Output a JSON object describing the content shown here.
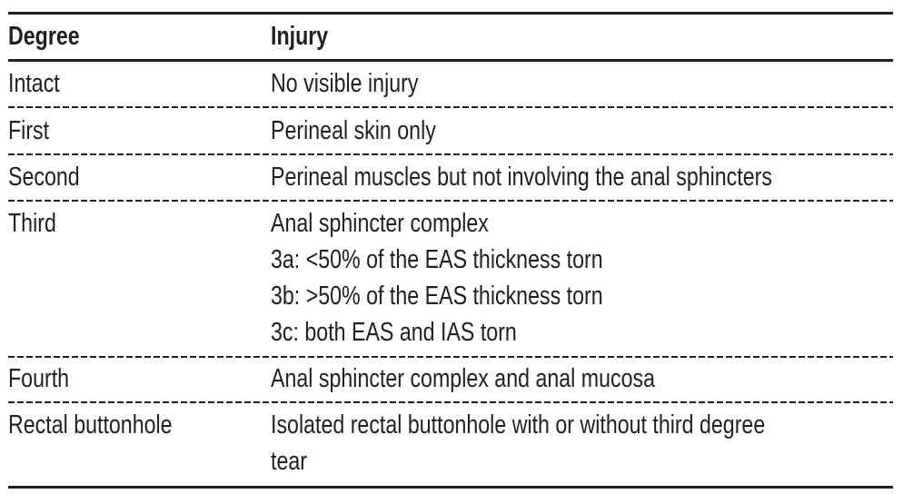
{
  "table": {
    "headers": [
      "Degree",
      "Injury"
    ],
    "rows": [
      {
        "degree": "Intact",
        "injury": [
          "No visible injury"
        ]
      },
      {
        "degree": "First",
        "injury": [
          "Perineal skin only"
        ]
      },
      {
        "degree": "Second",
        "injury": [
          "Perineal muscles but not involving the anal sphincters"
        ]
      },
      {
        "degree": "Third",
        "injury": [
          "Anal sphincter complex",
          "3a: <50% of the EAS thickness torn",
          "3b: >50% of the EAS thickness torn",
          "3c: both EAS and IAS torn"
        ]
      },
      {
        "degree": "Fourth",
        "injury": [
          "Anal sphincter complex and anal mucosa"
        ]
      },
      {
        "degree": "Rectal buttonhole",
        "injury": [
          "Isolated rectal buttonhole with or without third degree",
          "tear"
        ]
      }
    ]
  },
  "colors": {
    "text": "#231f20",
    "rules": "#231f20",
    "background": "#ffffff"
  }
}
